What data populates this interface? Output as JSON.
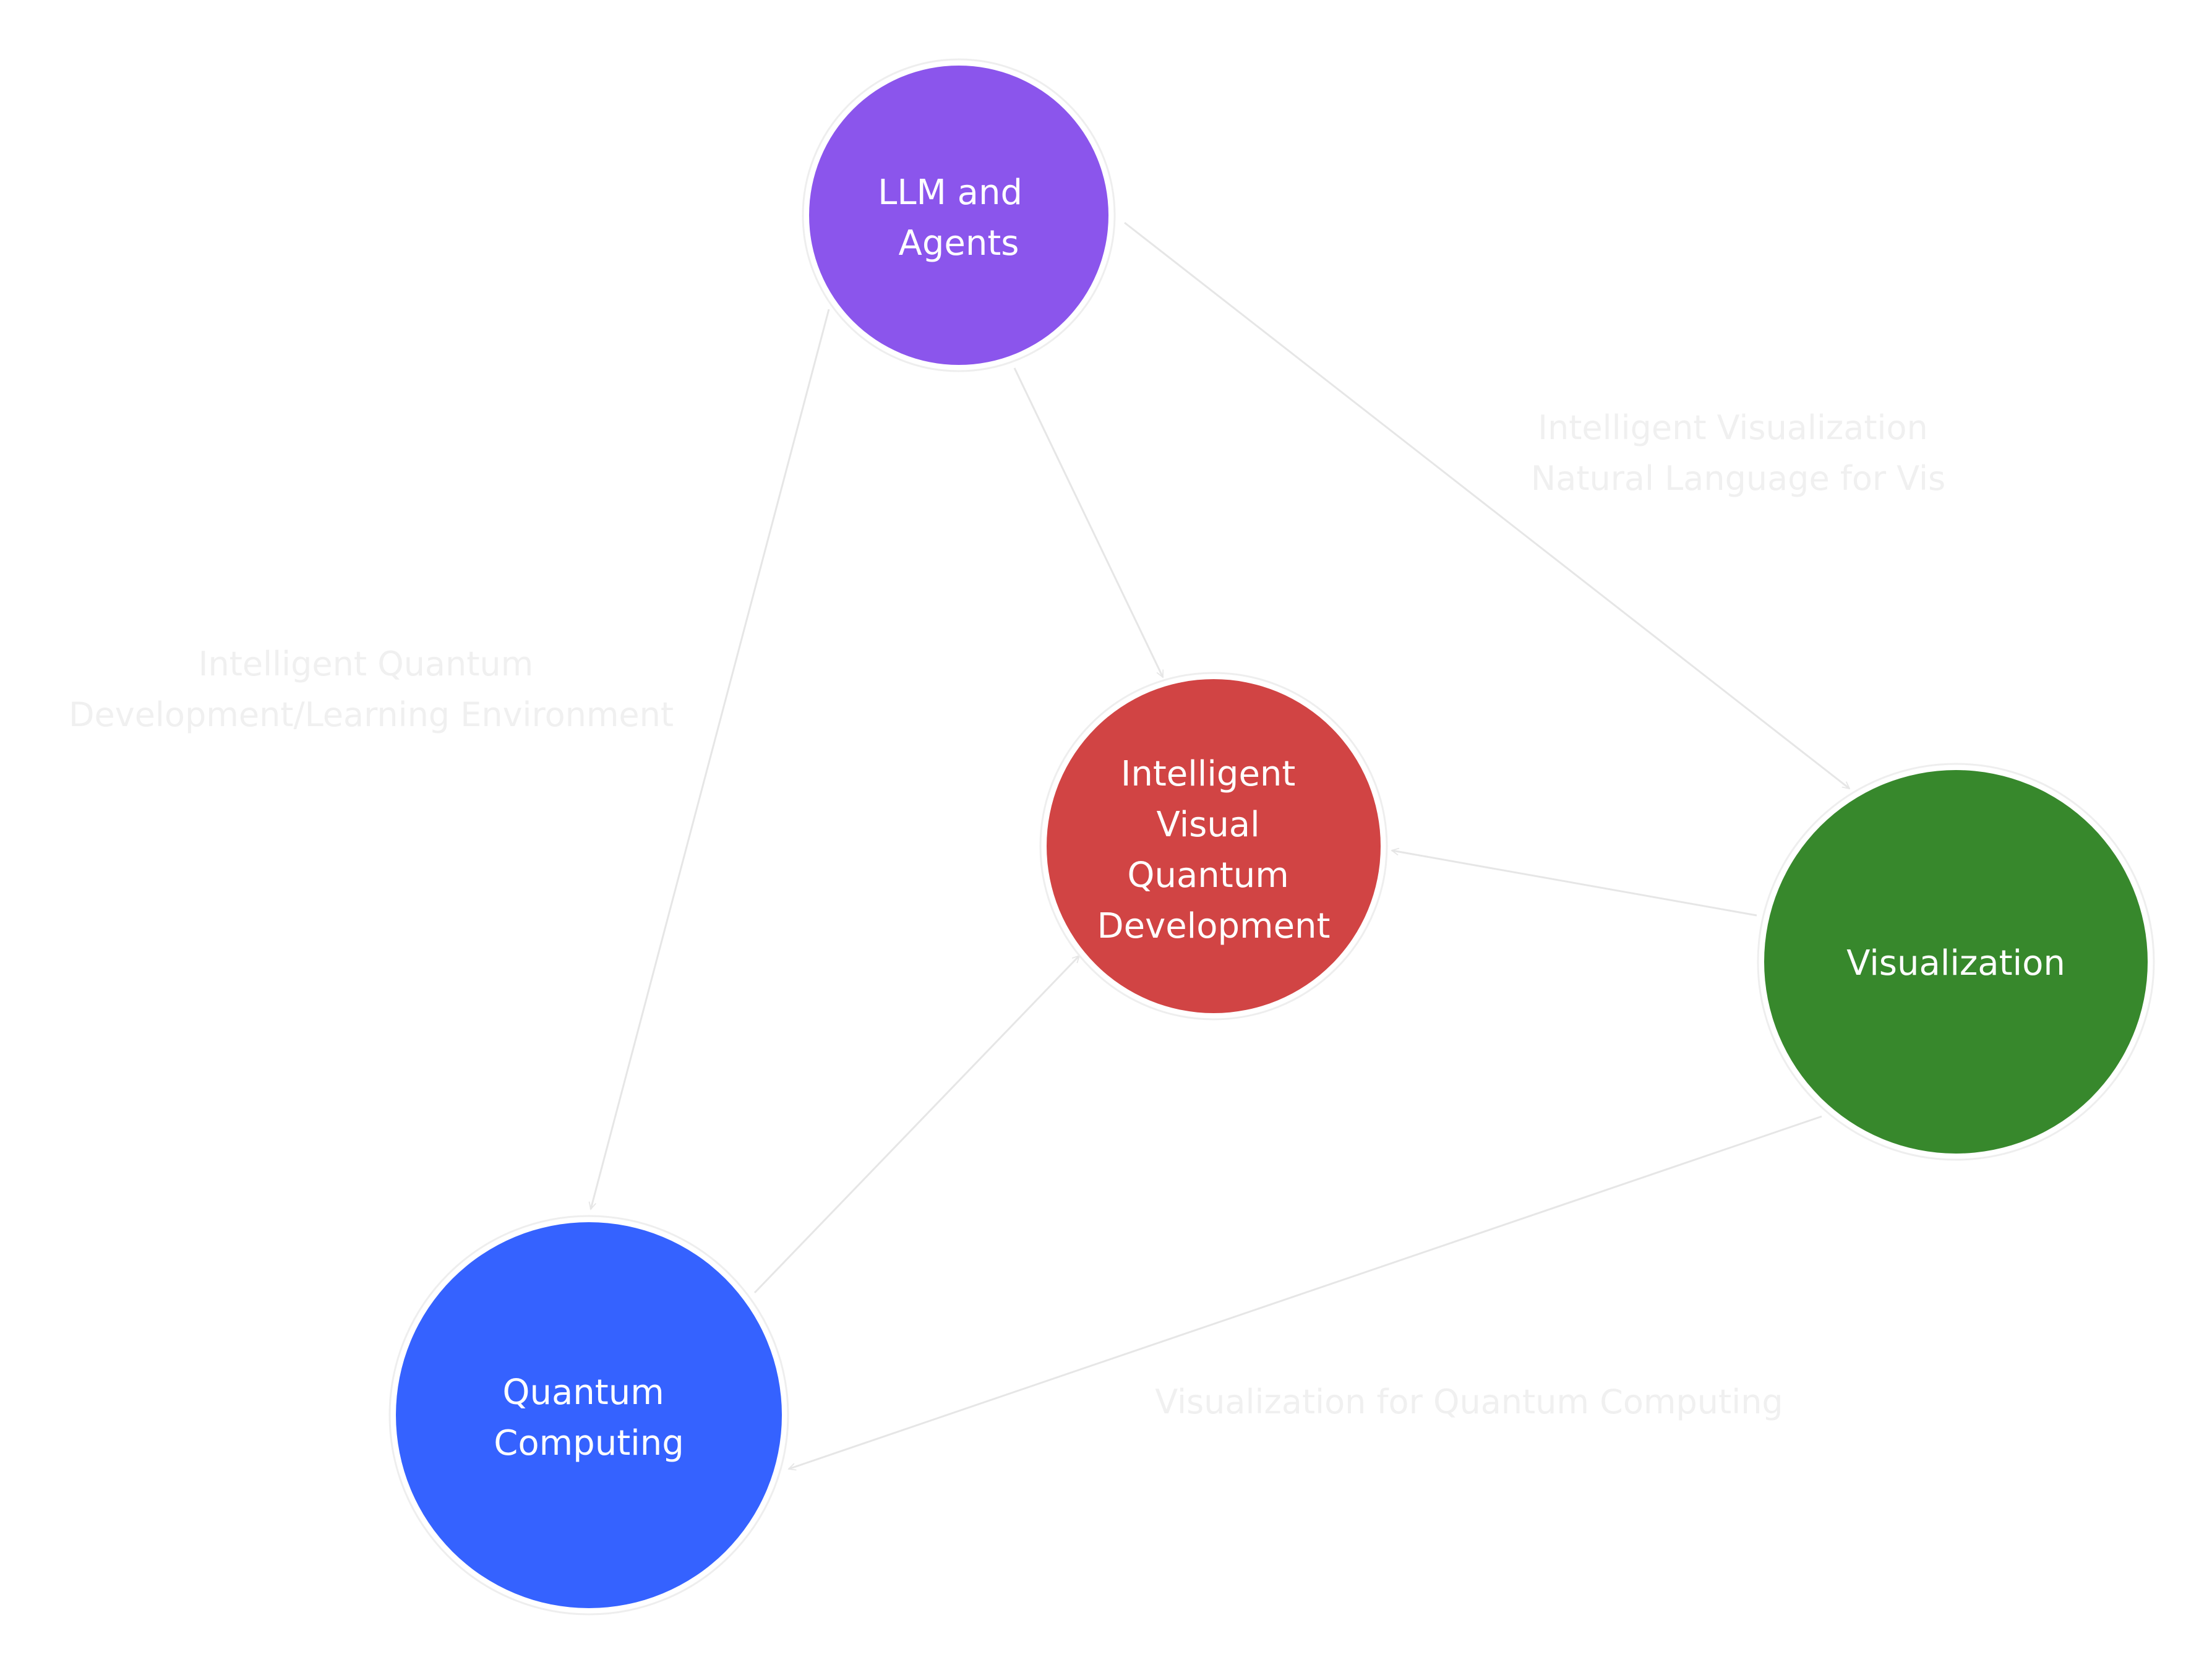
{
  "nodes": [
    {
      "id": "llm",
      "label_lines": [
        "LLM and",
        "Agents"
      ],
      "color": "#8b55ec"
    },
    {
      "id": "center",
      "label_lines": [
        "Intelligent",
        "Visual",
        "Quantum",
        "Development"
      ],
      "color": "#d14444"
    },
    {
      "id": "vis",
      "label_lines": [
        "Visualization"
      ],
      "color": "#37882c"
    },
    {
      "id": "qc",
      "label_lines": [
        "Quantum",
        "Computing"
      ],
      "color": "#3562ff"
    }
  ],
  "edges": [
    {
      "id": "llm-to-center",
      "from": "llm",
      "to": "center"
    },
    {
      "id": "llm-to-vis",
      "from": "llm",
      "to": "vis"
    },
    {
      "id": "llm-to-qc",
      "from": "llm",
      "to": "qc"
    },
    {
      "id": "vis-to-center",
      "from": "vis",
      "to": "center"
    },
    {
      "id": "qc-to-center",
      "from": "qc",
      "to": "center"
    },
    {
      "id": "vis-to-qc",
      "from": "vis",
      "to": "qc"
    }
  ],
  "edge_labels": {
    "llm_vis": [
      "Intelligent Visualization",
      "Natural Language for Vis"
    ],
    "llm_qc": [
      "Intelligent Quantum",
      "Development/Learning Environment"
    ],
    "vis_qc": [
      "Visualization for Quantum Computing"
    ]
  }
}
